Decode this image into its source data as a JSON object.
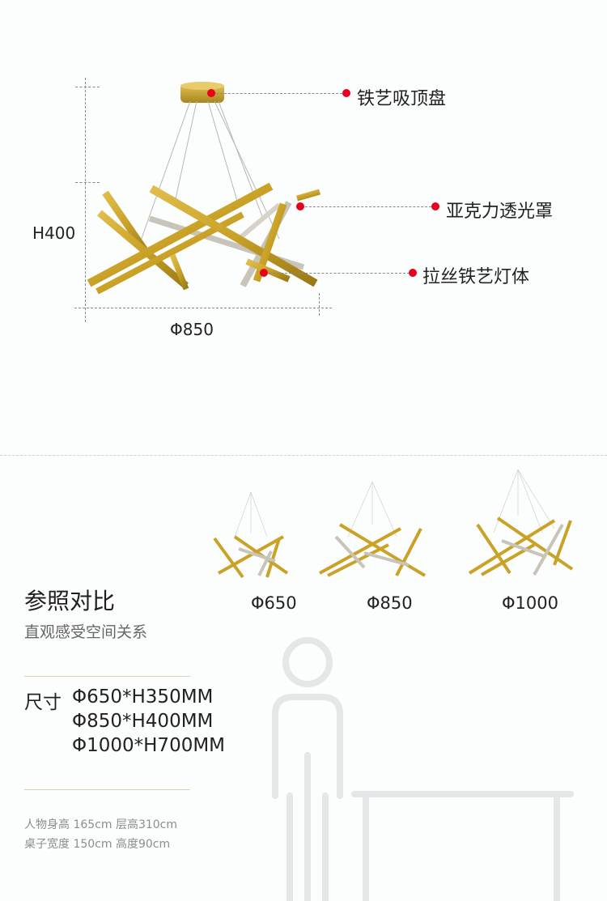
{
  "colors": {
    "brass": "#c9a227",
    "brass_dark": "#9a7a16",
    "callout": "#e8001c",
    "outline": "#e4e6e8"
  },
  "callouts": [
    {
      "label": "铁艺吸顶盘"
    },
    {
      "label": "亚克力透光罩"
    },
    {
      "label": "拉丝铁艺灯体"
    }
  ],
  "dimensions": {
    "height": "H400",
    "diameter": "Φ850"
  },
  "comparison": {
    "title": "参照对比",
    "subtitle": "直观感受空间关系",
    "sizes": [
      {
        "label": "Φ650"
      },
      {
        "label": "Φ850"
      },
      {
        "label": "Φ1000"
      }
    ]
  },
  "specs": {
    "label": "尺寸",
    "lines": [
      "Φ650*H350MM",
      "Φ850*H400MM",
      "Φ1000*H700MM"
    ]
  },
  "footnote": {
    "line1": "人物身高 165cm  层高310cm",
    "line2": "桌子宽度 150cm    高度90cm"
  }
}
